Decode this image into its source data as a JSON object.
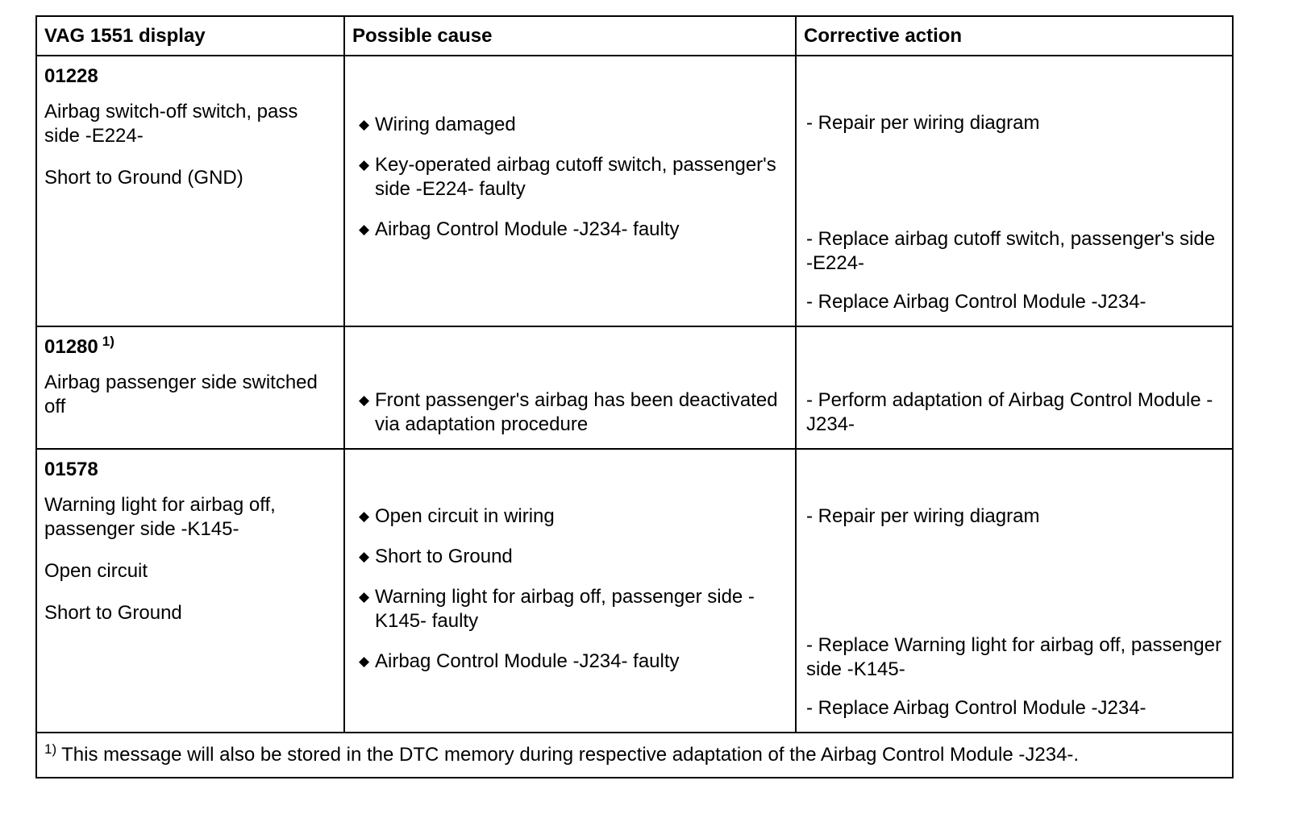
{
  "table": {
    "headers": [
      "VAG 1551 display",
      "Possible cause",
      "Corrective action"
    ],
    "rows": [
      {
        "code": "01228",
        "code_note": "",
        "descriptions": [
          "Airbag switch-off switch, pass side -E224-",
          "Short to Ground (GND)"
        ],
        "causes": [
          "Wiring damaged",
          "Key-operated airbag cutoff switch, passenger's side -E224- faulty",
          "Airbag Control Module -J234- faulty"
        ],
        "actions": [
          "- Repair per wiring diagram",
          "- Replace airbag cutoff switch, passenger's side -E224-",
          "- Replace Airbag Control Module -J234-"
        ]
      },
      {
        "code": "01280",
        "code_note": "1)",
        "descriptions": [
          "Airbag passenger side switched off"
        ],
        "causes": [
          "Front passenger's airbag has been deactivated via adaptation procedure"
        ],
        "actions": [
          "- Perform adaptation of Airbag Control Module -J234-"
        ]
      },
      {
        "code": "01578",
        "code_note": "",
        "descriptions": [
          "Warning light for airbag off, passenger side -K145-",
          "Open circuit",
          "Short to Ground"
        ],
        "causes": [
          "Open circuit in wiring",
          "Short to Ground",
          "Warning light for airbag off, passenger side -K145- faulty",
          "Airbag Control Module -J234- faulty"
        ],
        "actions": [
          "- Repair per wiring diagram",
          "- Replace Warning light for airbag off, passenger side -K145-",
          "- Replace Airbag Control Module -J234-"
        ]
      }
    ],
    "footnote_mark": "1)",
    "footnote": "This message will also be stored in the DTC memory during respective adaptation of the Airbag Control Module -J234-."
  },
  "icons": {
    "bullet": "◆"
  }
}
